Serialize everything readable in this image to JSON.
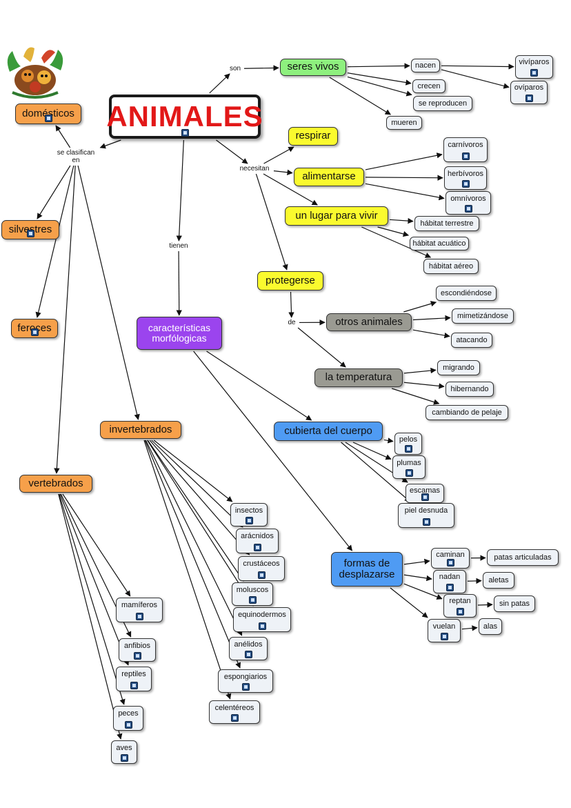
{
  "nodes": [
    {
      "id": "animales",
      "label": "ANIMALES",
      "color": "#ffffff",
      "badge": true
    },
    {
      "id": "domesticos",
      "label": "domésticos",
      "color": "#f6a04a",
      "badge": true
    },
    {
      "id": "silvestres",
      "label": "silvestres",
      "color": "#f6a04a",
      "badge": true
    },
    {
      "id": "feroces",
      "label": "feroces",
      "color": "#f6a04a",
      "badge": true
    },
    {
      "id": "vertebrados",
      "label": "vertebrados",
      "color": "#f6a04a",
      "badge": false
    },
    {
      "id": "invertebrados",
      "label": "invertebrados",
      "color": "#f6a04a",
      "badge": false
    },
    {
      "id": "caracteristicas",
      "label": "características morfólogicas",
      "color": "#9b44ee",
      "badge": false
    },
    {
      "id": "seres_vivos",
      "label": "seres vivos",
      "color": "#8ef07e",
      "badge": false
    },
    {
      "id": "respirar",
      "label": "respirar",
      "color": "#fafa2e",
      "badge": false
    },
    {
      "id": "alimentarse",
      "label": "alimentarse",
      "color": "#fafa2e",
      "badge": false
    },
    {
      "id": "lugar",
      "label": "un lugar para vivir",
      "color": "#fafa2e",
      "badge": false
    },
    {
      "id": "protegerse",
      "label": "protegerse",
      "color": "#fafa2e",
      "badge": false
    },
    {
      "id": "otros",
      "label": "otros animales",
      "color": "#9a9a92",
      "badge": false
    },
    {
      "id": "temperatura",
      "label": "la temperatura",
      "color": "#9a9a92",
      "badge": false
    },
    {
      "id": "cubierta",
      "label": "cubierta del cuerpo",
      "color": "#4f9bf3",
      "badge": false
    },
    {
      "id": "formas",
      "label": "formas de desplazarse",
      "color": "#4f9bf3",
      "badge": false
    },
    {
      "id": "nacen",
      "label": "nacen",
      "badge": false
    },
    {
      "id": "crecen",
      "label": "crecen",
      "badge": false
    },
    {
      "id": "reproducen",
      "label": "se reproducen",
      "badge": false
    },
    {
      "id": "mueren",
      "label": "mueren",
      "badge": false
    },
    {
      "id": "viviparos",
      "label": "vivíparos",
      "badge": true
    },
    {
      "id": "oviparos",
      "label": "ovíparos",
      "badge": true
    },
    {
      "id": "carnivoros",
      "label": "carnívoros",
      "badge": true
    },
    {
      "id": "herbivoros",
      "label": "herbívoros",
      "badge": true
    },
    {
      "id": "omnivoros",
      "label": "omnívoros",
      "badge": true
    },
    {
      "id": "hab_terrestre",
      "label": "hábitat terrestre",
      "badge": false
    },
    {
      "id": "hab_acuatico",
      "label": "hábitat acuático",
      "badge": false
    },
    {
      "id": "hab_aereo",
      "label": "hábitat aéreo",
      "badge": false
    },
    {
      "id": "escondiendose",
      "label": "escondiéndose",
      "badge": false
    },
    {
      "id": "mimetizandose",
      "label": "mimetizándose",
      "badge": false
    },
    {
      "id": "atacando",
      "label": "atacando",
      "badge": false
    },
    {
      "id": "migrando",
      "label": "migrando",
      "badge": false
    },
    {
      "id": "hibernando",
      "label": "hibernando",
      "badge": false
    },
    {
      "id": "pelaje",
      "label": "cambiando de pelaje",
      "badge": false
    },
    {
      "id": "pelos",
      "label": "pelos",
      "badge": true
    },
    {
      "id": "plumas",
      "label": "plumas",
      "badge": true
    },
    {
      "id": "escamas",
      "label": "escamas",
      "badge": true
    },
    {
      "id": "piel",
      "label": "piel desnuda",
      "badge": true
    },
    {
      "id": "caminan",
      "label": "caminan",
      "badge": true
    },
    {
      "id": "nadan",
      "label": "nadan",
      "badge": true
    },
    {
      "id": "reptan",
      "label": "reptan",
      "badge": true
    },
    {
      "id": "vuelan",
      "label": "vuelan",
      "badge": true
    },
    {
      "id": "patas_art",
      "label": "patas articuladas",
      "badge": false
    },
    {
      "id": "aletas",
      "label": "aletas",
      "badge": false
    },
    {
      "id": "sin_patas",
      "label": "sin patas",
      "badge": false
    },
    {
      "id": "alas",
      "label": "alas",
      "badge": false
    },
    {
      "id": "insectos",
      "label": "insectos",
      "badge": true
    },
    {
      "id": "aracnidos",
      "label": "arácnidos",
      "badge": true
    },
    {
      "id": "crustaceos",
      "label": "crustáceos",
      "badge": true
    },
    {
      "id": "moluscos",
      "label": "moluscos",
      "badge": true
    },
    {
      "id": "equinodermos",
      "label": "equinodermos",
      "badge": true
    },
    {
      "id": "anelidos",
      "label": "anélidos",
      "badge": true
    },
    {
      "id": "espongiarios",
      "label": "espongiarios",
      "badge": true
    },
    {
      "id": "celentereos",
      "label": "celentéreos",
      "badge": true
    },
    {
      "id": "mamiferos",
      "label": "mamíferos",
      "badge": true
    },
    {
      "id": "anfibios",
      "label": "anfibios",
      "badge": true
    },
    {
      "id": "reptiles",
      "label": "reptiles",
      "badge": true
    },
    {
      "id": "peces",
      "label": "peces",
      "badge": true
    },
    {
      "id": "aves",
      "label": "aves",
      "badge": true
    }
  ],
  "link_labels": [
    {
      "id": "son",
      "text": "son"
    },
    {
      "id": "se_clasifican",
      "text": "se clasifican\nen"
    },
    {
      "id": "tienen",
      "text": "tienen"
    },
    {
      "id": "necesitan",
      "text": "necesitan"
    },
    {
      "id": "de",
      "text": "de"
    }
  ],
  "edges": [
    [
      "animales",
      "son"
    ],
    [
      "son",
      "seres_vivos"
    ],
    [
      "seres_vivos",
      "nacen"
    ],
    [
      "seres_vivos",
      "crecen"
    ],
    [
      "seres_vivos",
      "reproducen"
    ],
    [
      "seres_vivos",
      "mueren"
    ],
    [
      "nacen",
      "viviparos"
    ],
    [
      "nacen",
      "oviparos"
    ],
    [
      "animales",
      "se_clasifican"
    ],
    [
      "se_clasifican",
      "domesticos"
    ],
    [
      "se_clasifican",
      "silvestres"
    ],
    [
      "se_clasifican",
      "feroces"
    ],
    [
      "se_clasifican",
      "vertebrados"
    ],
    [
      "se_clasifican",
      "invertebrados"
    ],
    [
      "animales",
      "tienen"
    ],
    [
      "tienen",
      "caracteristicas"
    ],
    [
      "animales",
      "necesitan"
    ],
    [
      "necesitan",
      "respirar"
    ],
    [
      "necesitan",
      "alimentarse"
    ],
    [
      "necesitan",
      "lugar"
    ],
    [
      "necesitan",
      "protegerse"
    ],
    [
      "alimentarse",
      "carnivoros"
    ],
    [
      "alimentarse",
      "herbivoros"
    ],
    [
      "alimentarse",
      "omnivoros"
    ],
    [
      "lugar",
      "hab_terrestre"
    ],
    [
      "lugar",
      "hab_acuatico"
    ],
    [
      "lugar",
      "hab_aereo"
    ],
    [
      "protegerse",
      "de"
    ],
    [
      "de",
      "otros"
    ],
    [
      "de",
      "temperatura"
    ],
    [
      "otros",
      "escondiendose"
    ],
    [
      "otros",
      "mimetizandose"
    ],
    [
      "otros",
      "atacando"
    ],
    [
      "temperatura",
      "migrando"
    ],
    [
      "temperatura",
      "hibernando"
    ],
    [
      "temperatura",
      "pelaje"
    ],
    [
      "caracteristicas",
      "cubierta"
    ],
    [
      "caracteristicas",
      "formas"
    ],
    [
      "cubierta",
      "pelos"
    ],
    [
      "cubierta",
      "plumas"
    ],
    [
      "cubierta",
      "escamas"
    ],
    [
      "cubierta",
      "piel"
    ],
    [
      "formas",
      "caminan"
    ],
    [
      "formas",
      "nadan"
    ],
    [
      "formas",
      "reptan"
    ],
    [
      "formas",
      "vuelan"
    ],
    [
      "caminan",
      "patas_art"
    ],
    [
      "nadan",
      "aletas"
    ],
    [
      "reptan",
      "sin_patas"
    ],
    [
      "vuelan",
      "alas"
    ],
    [
      "invertebrados",
      "insectos"
    ],
    [
      "invertebrados",
      "aracnidos"
    ],
    [
      "invertebrados",
      "crustaceos"
    ],
    [
      "invertebrados",
      "moluscos"
    ],
    [
      "invertebrados",
      "equinodermos"
    ],
    [
      "invertebrados",
      "anelidos"
    ],
    [
      "invertebrados",
      "espongiarios"
    ],
    [
      "invertebrados",
      "celentereos"
    ],
    [
      "vertebrados",
      "mamiferos"
    ],
    [
      "vertebrados",
      "anfibios"
    ],
    [
      "vertebrados",
      "reptiles"
    ],
    [
      "vertebrados",
      "peces"
    ],
    [
      "vertebrados",
      "aves"
    ]
  ]
}
